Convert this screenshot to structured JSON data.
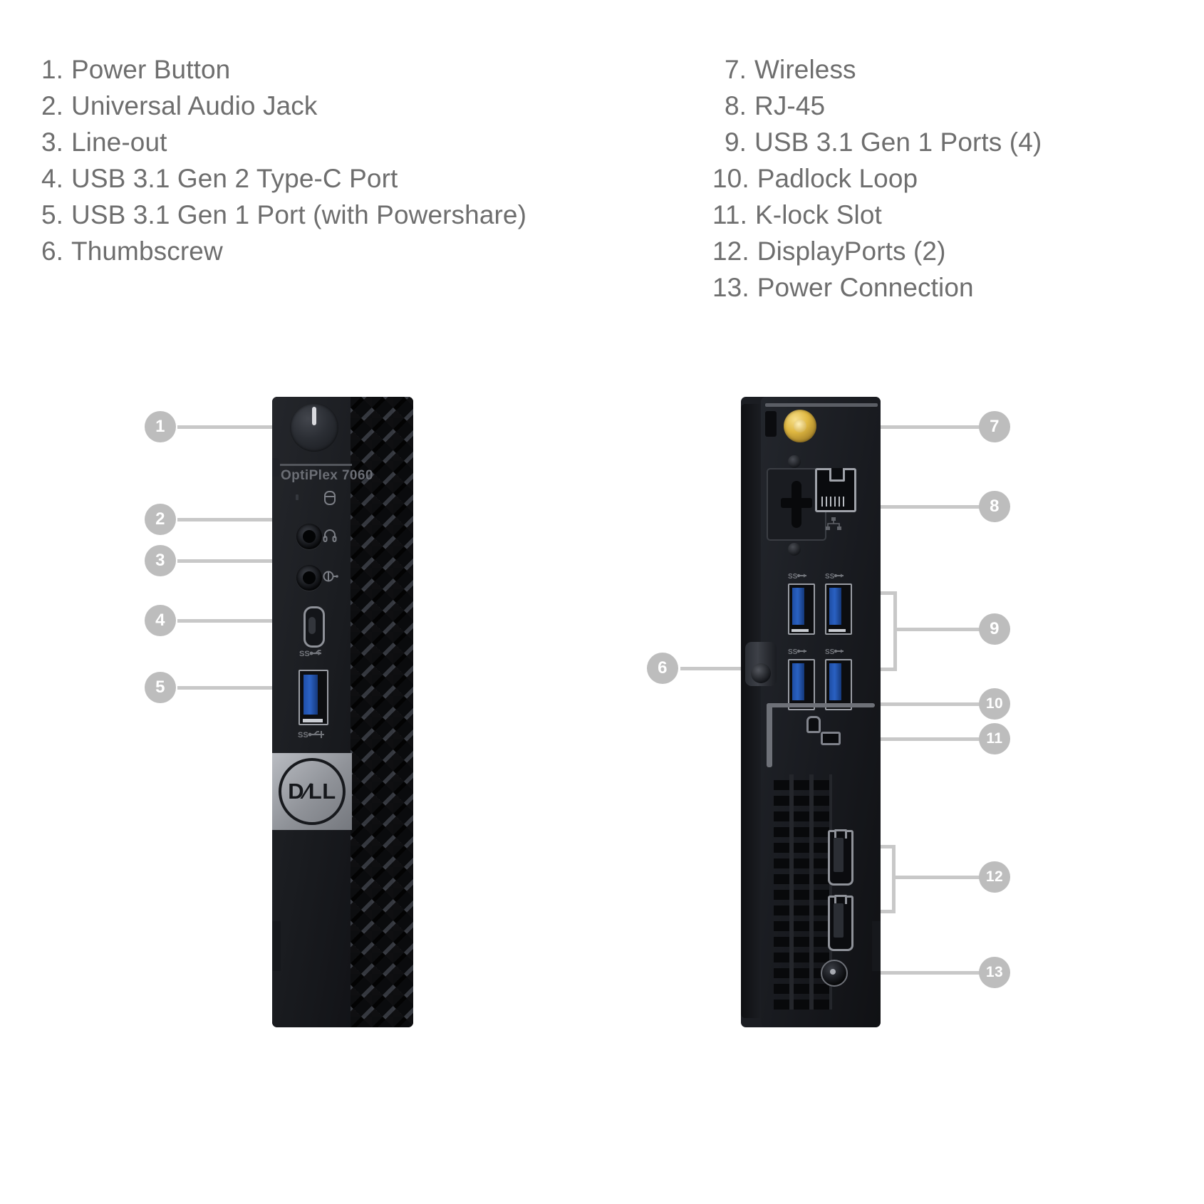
{
  "diagram": {
    "product_label": "OptiPlex 7060",
    "brand": "Dell",
    "brand_mark": "D∕LL"
  },
  "legend_left": [
    {
      "num": "1.",
      "label": "Power Button"
    },
    {
      "num": "2.",
      "label": "Universal Audio Jack"
    },
    {
      "num": "3.",
      "label": "Line-out"
    },
    {
      "num": "4.",
      "label": "USB 3.1 Gen 2 Type-C Port"
    },
    {
      "num": "5.",
      "label": "USB 3.1 Gen 1 Port (with Powershare)"
    },
    {
      "num": "6.",
      "label": "Thumbscrew"
    }
  ],
  "legend_right": [
    {
      "num": "7.",
      "label": "Wireless"
    },
    {
      "num": "8.",
      "label": "RJ-45"
    },
    {
      "num": "9.",
      "label": "USB 3.1 Gen 1 Ports (4)"
    },
    {
      "num": "10.",
      "label": "Padlock Loop"
    },
    {
      "num": "11.",
      "label": "K-lock Slot"
    },
    {
      "num": "12.",
      "label": "DisplayPorts (2)"
    },
    {
      "num": "13.",
      "label": "Power Connection"
    }
  ],
  "callouts": {
    "c1": "1",
    "c2": "2",
    "c3": "3",
    "c4": "4",
    "c5": "5",
    "c6": "6",
    "c7": "7",
    "c8": "8",
    "c9": "9",
    "c10": "10",
    "c11": "11",
    "c12": "12",
    "c13": "13"
  },
  "colors": {
    "legend_text": "#6e6e6e",
    "badge_fill": "#bdbdbd",
    "badge_text": "#ffffff",
    "leader_line": "#c8c8c8",
    "chassis": "#1b1d22",
    "usb_blue": "#2a61c2",
    "antenna_gold": "#e0b841",
    "background": "#ffffff"
  }
}
